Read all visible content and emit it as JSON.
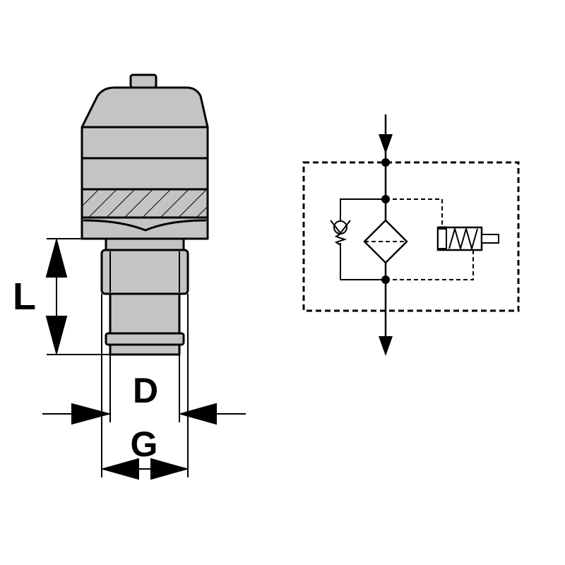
{
  "dimensions": {
    "length_label": "L",
    "inner_diameter_label": "D",
    "thread_label": "G"
  },
  "colors": {
    "body_fill": "#c4c4c4",
    "line": "#000000",
    "background": "#ffffff"
  }
}
